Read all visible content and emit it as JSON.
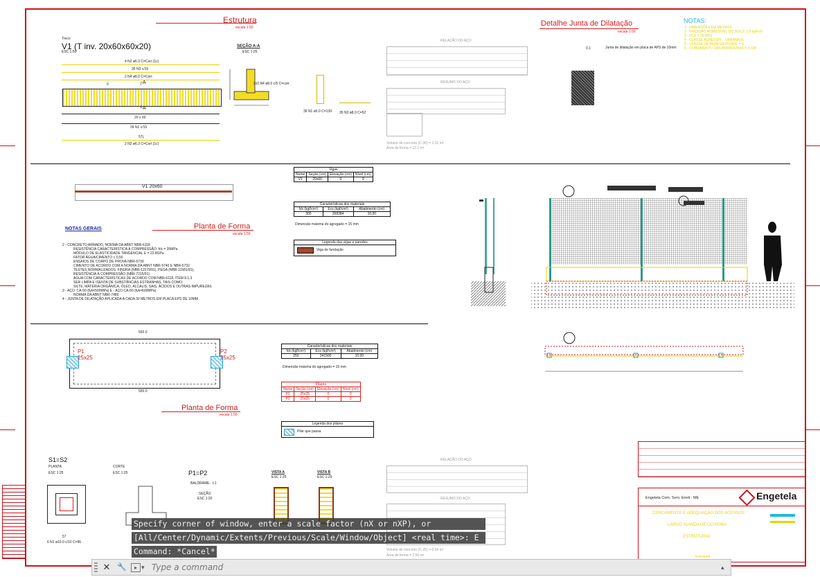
{
  "drawing": {
    "structure_title": "Estrutura",
    "structure_scale": "escala 1:50",
    "beam_label": "V1 (T inv. 20x60x60x20)",
    "beam_prefix": "Treco",
    "beam_scale": "ESC 1:50",
    "section_title": "SEÇÃO A-A",
    "section_scale": "ESC 1:25",
    "rebar_top": "4 N2 ø6.3 C=Corr.(1c)",
    "rebar_stirrups": "35 N3 c/15",
    "rebar_mid": "2 N4 ø8.0 C=Corr.",
    "rebar_bottom_dim": "20 x 60",
    "rebar_bottom_stirrups": "39 N1 c/15",
    "rebar_bottom_total": "57L",
    "rebar_bottom_bars": "2 N2 ø6.3 C=Corr.(1c)",
    "section_note": "2x2 N4 ø8.0 c/5 C=corr",
    "stirrup1": "39 N1 ø5.0 C=139",
    "stirrup2": "35 N3 ø8.0 C=52",
    "joint_title": "Detalhe Junta de Dilatação",
    "joint_scale": "escala 1:50",
    "joint_note": "Junta de dilatação em placa de APS de 10mm",
    "joint_dim": "0.1",
    "notes_title": "NOTAS:",
    "notes": [
      "1 - DIMENSÕES EM METROS",
      "2 - PRESSÃO ADMISSÍVEL DO SOLO: 2,0 kgf/cm²",
      "3 - FCK = 30 MPa",
      "4 - CLASSE AGRESSIV. - URBANA(II)",
      "5 - CLASSE DE AGRESSIVIDADE = II",
      "6 - COBRIMENTO DAS ARMADURAS = 4 CM"
    ],
    "plan_beam_label": "V1 20x60",
    "plan_form_title": "Planta de Forma",
    "plan_form_scale": "escala 1:50",
    "general_notes_title": "NOTAS GERAIS",
    "general_notes": [
      "2 - CONCRETO ARMADO, NORMA DA ABNT NBR-6118",
      "RESISTÊNCIA CARACTERÍSTICA À COMPRESSÃO: fck = 35MPa",
      "MÓDULO DE ELASTICIDADE TANGENCIAL E = 23.8GPa",
      "FATOR ÁGUA/CIMENTO < 0,55",
      "ENSAIOS DE CORPO DE PROVA NBR-5739",
      "CIMENTO DE ACORDO COM A NORMA DA ABNT NBR-5740 E NBR-5732",
      "TESTES NORMALIZADOS: FINURA (NBR-11579/91), PEGA (NBR-11581/91),",
      "RESISTÊNCIA À COMPRESSÃO (NBR-7215/91)",
      "ÁGUA COM CARACTERÍSTICAS DE ACORDO COM NBR-6118, ITEM 8.1.3",
      "SER LIMPA E ISENTA DE SUBSTÂNCIAS ESTRANHAS, TAIS COMO:",
      "SILTE, MATÉRIA ORGÂNICA, ÓLEO, ÁLCALIS, SAIS, ÁCIDOS E OUTRAS IMPUREZAS",
      "3 - AÇO: CA-50 (fyk=500MPa)  E - AÇO CA-60 (fyk=600MPa)",
      "NORMA DA ABNT NBR-7480",
      "4 - JUNTA DE DILATAÇÃO APLICADA A CADA 30 METROS EM PLACA EPS DE 10MM"
    ],
    "vigas_table": {
      "title": "Vigas",
      "headers": [
        "Nome",
        "Seção (cm)",
        "Elevação (cm)",
        "Nível (cm)"
      ],
      "row": [
        "V1",
        "20x60",
        "0",
        "0"
      ]
    },
    "materials_table_1": {
      "title": "Características dos materiais",
      "headers": [
        "fck (kgf/cm²)",
        "Ecs (kgf/cm²)",
        "Abatimento (cm)"
      ],
      "row": [
        "300",
        "268384",
        "10.00"
      ],
      "footer": "Dimensão máxima do agregado = 15 mm"
    },
    "legend_beams": {
      "title": "Legenda das vigas e paredes",
      "item": "Viga de fundação"
    },
    "plan_form2_title": "Planta de Forma",
    "plan_form2_scale": "escala 1:50",
    "pillar_p1": "P1",
    "pillar_p1_dim": "25x25",
    "pillar_p2": "P2",
    "pillar_p2_dim": "25x25",
    "plan_dim_top": "550.0",
    "plan_dim_bottom": "550.0",
    "materials_table_2": {
      "title": "Características dos materiais",
      "headers": [
        "fck (kgf/cm²)",
        "Ecs (kgf/cm²)",
        "Abatimento (cm)"
      ],
      "row": [
        "250",
        "241500",
        "10.00"
      ],
      "footer": "Dimensão máxima do agregado = 15 mm"
    },
    "pillars_table": {
      "title": "Pilares",
      "headers": [
        "Nome",
        "Seção (cm)",
        "Elevação (cm)",
        "Nível (cm)"
      ],
      "rows": [
        [
          "P1",
          "25x25",
          "0",
          "0"
        ],
        [
          "P2",
          "25x25",
          "0",
          "0"
        ]
      ]
    },
    "legend_pillars": {
      "title": "Legenda dos pilares",
      "item": "Pilar que passa"
    },
    "s1_title": "S1=S2",
    "s1_plan": "PLANTA",
    "s1_plan_scale": "ESC 1:25",
    "s1_cut": "CORTE",
    "s1_cut_scale": "ESC 1:25",
    "s1_rebar": "6 N1 ø10.0 c/10 C=96",
    "s1_dim": "57",
    "p1_title": "P1=P2",
    "baldrame": "BALDRAME - L1",
    "p_section": "SEÇÃO",
    "p_section_scale": "ESC 1:20",
    "vista_a": "VISTA A",
    "vista_a_scale": "ESC 1:25",
    "vista_b": "VISTA B",
    "vista_b_scale": "ESC 1:25",
    "steel_rel_title": "RELAÇÃO DO AÇO",
    "steel_res_title": "RESUMO DO AÇO",
    "concrete_vol_1": "Volume de concreto (C-30) = 1.10 m³",
    "form_area_1": "Área de forma = 12.1 m²",
    "concrete_vol_2": "Volume de concreto (C-25) = 0.34 m³",
    "form_area_2": "Área de forma = 2.56 m²"
  },
  "title_block": {
    "company_line": "Engetela Com. Serv. Eireli - ME",
    "logo_text": "Engetela",
    "project_line1": "CERCAMENTO E ADEQUAÇÃO DOS ACESSOS",
    "project_line2": "LARGO IGANDA DE OLIVEIRA",
    "discipline": "ESTRUTURAL",
    "sheet_label": "Estrutural"
  },
  "command_line": {
    "history": [
      "Specify corner of window, enter a scale factor (nX or nXP), or",
      "[All/Center/Dynamic/Extents/Previous/Scale/Window/Object] <real time>: E",
      "Command: *Cancel*"
    ],
    "placeholder": "Type a command",
    "close_glyph": "✕",
    "settings_glyph": "🔧",
    "prompt_glyph": "▸",
    "dropdown_glyph": "▾",
    "scroll_glyph": "▴"
  },
  "colors": {
    "frame_red": "#c8141e",
    "title_red": "#d21e1e",
    "notes_yellow": "#e6d200",
    "notes_cyan": "#1fb7e0",
    "navy": "#1e2aa0"
  }
}
